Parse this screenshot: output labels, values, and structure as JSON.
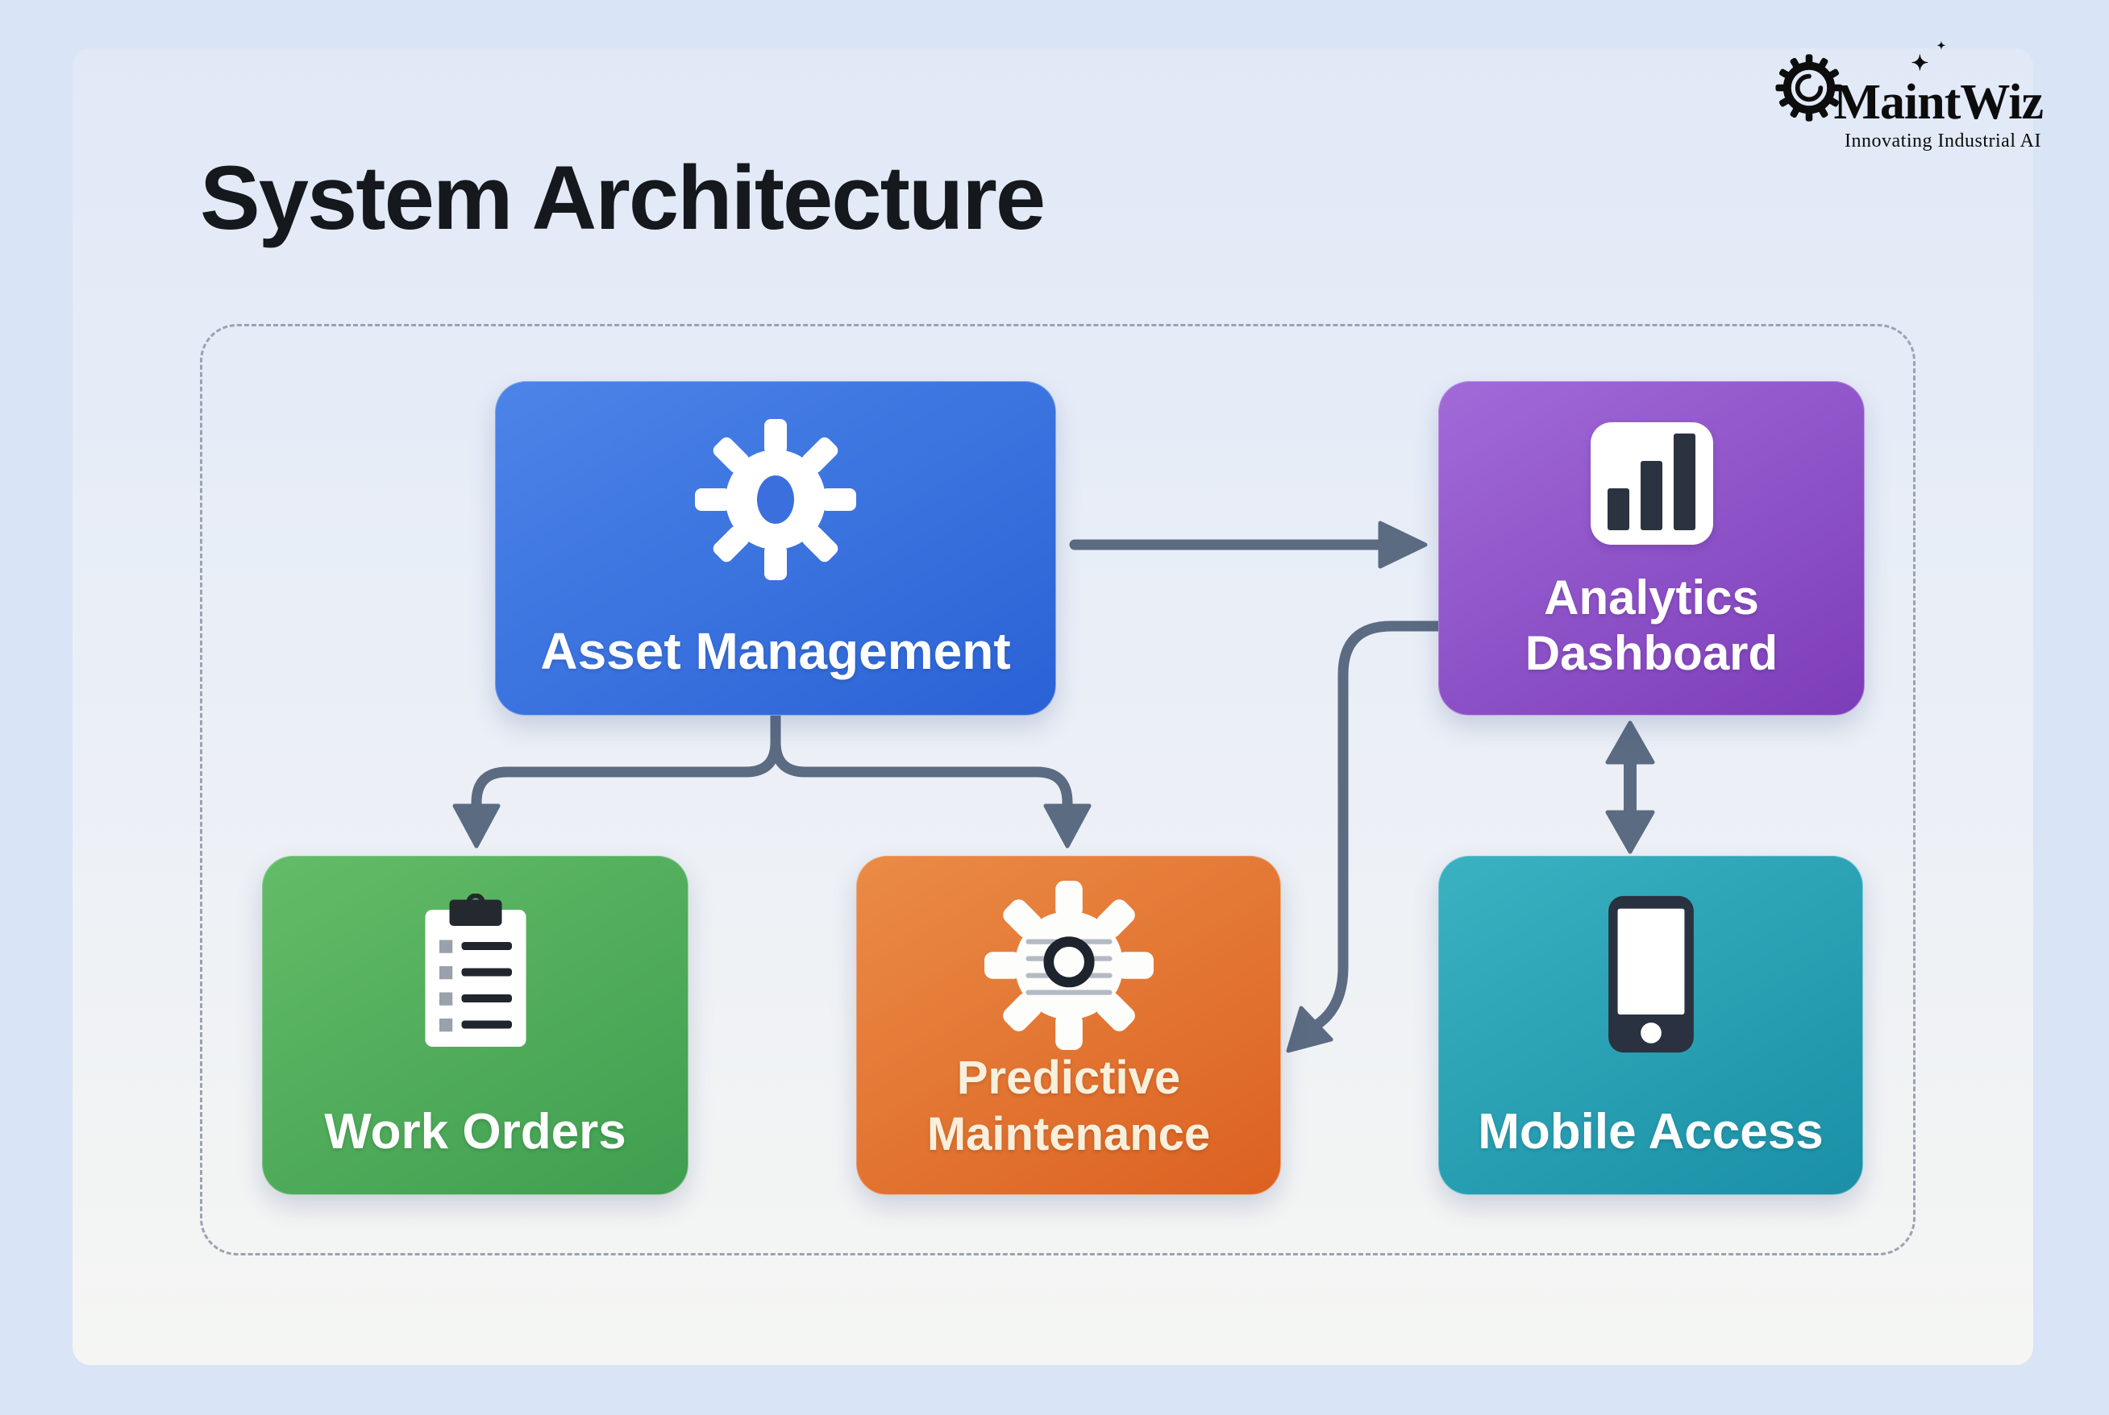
{
  "page": {
    "title": "System Architecture"
  },
  "logo": {
    "name": "MaintWiz",
    "tagline": "Innovating Industrial AI",
    "sparkle": "✦",
    "mark_icon": "gear-icon"
  },
  "boxes": [
    {
      "id": "asset-management",
      "label": "Asset Management",
      "icon": "gear-icon",
      "color_from": "#4c84e8",
      "color_to": "#2a62d6",
      "icon_hole_color": "#3b6fdd"
    },
    {
      "id": "analytics-dashboard",
      "label": "Analytics Dashboard",
      "icon": "bar-chart-icon",
      "color_from": "#a16ad8",
      "color_to": "#7d3db9"
    },
    {
      "id": "work-orders",
      "label": "Work Orders",
      "icon": "clipboard-icon",
      "color_from": "#63bc67",
      "color_to": "#3f9e50"
    },
    {
      "id": "predictive-maintenance",
      "label": "Predictive Maintenance",
      "icon": "gear-document-icon",
      "color_from": "#ea8b46",
      "color_to": "#dc6121"
    },
    {
      "id": "mobile-access",
      "label": "Mobile Access",
      "icon": "smartphone-icon",
      "color_from": "#3ab2c1",
      "color_to": "#1a8fa6"
    }
  ],
  "connections": [
    {
      "from": "Asset Management",
      "to": "Analytics Dashboard",
      "style": "straight-arrow-right"
    },
    {
      "from": "Asset Management",
      "to": "Work Orders",
      "style": "branch-arrow-down"
    },
    {
      "from": "Asset Management",
      "to": "Predictive Maintenance",
      "style": "branch-arrow-down"
    },
    {
      "from": "Analytics Dashboard",
      "to": "Predictive Maintenance",
      "style": "curved-arrow-down-left"
    },
    {
      "from": "Analytics Dashboard",
      "to": "Mobile Access",
      "style": "double-headed-vertical-arrow"
    }
  ],
  "colors": {
    "background": "#d9e4f6",
    "panel": "#eef1f6",
    "arrow": "#5b6b82",
    "dashed_border": "#9aa3b2",
    "title_text": "#15181c",
    "logo_text": "#0c0c0c"
  }
}
